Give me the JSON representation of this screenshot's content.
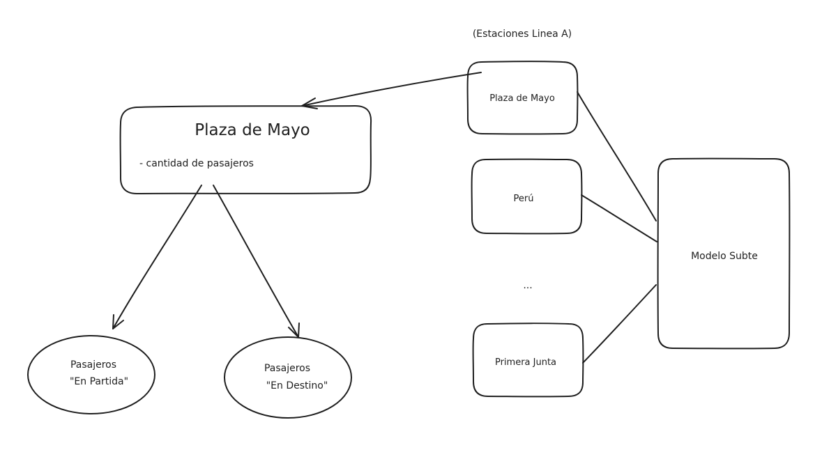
{
  "group_caption": "(Estaciones Linea A)",
  "detail_card": {
    "title": "Plaza de Mayo",
    "attribute": "- cantidad de pasajeros"
  },
  "passenger_states": {
    "departure_line1": "Pasajeros",
    "departure_line2": "\"En Partida\"",
    "destination_line1": "Pasajeros",
    "destination_line2": "\"En Destino\""
  },
  "stations": {
    "plaza_de_mayo": "Plaza de Mayo",
    "peru": "Perú",
    "ellipsis": "...",
    "primera_junta": "Primera Junta"
  },
  "model": {
    "label": "Modelo Subte"
  }
}
